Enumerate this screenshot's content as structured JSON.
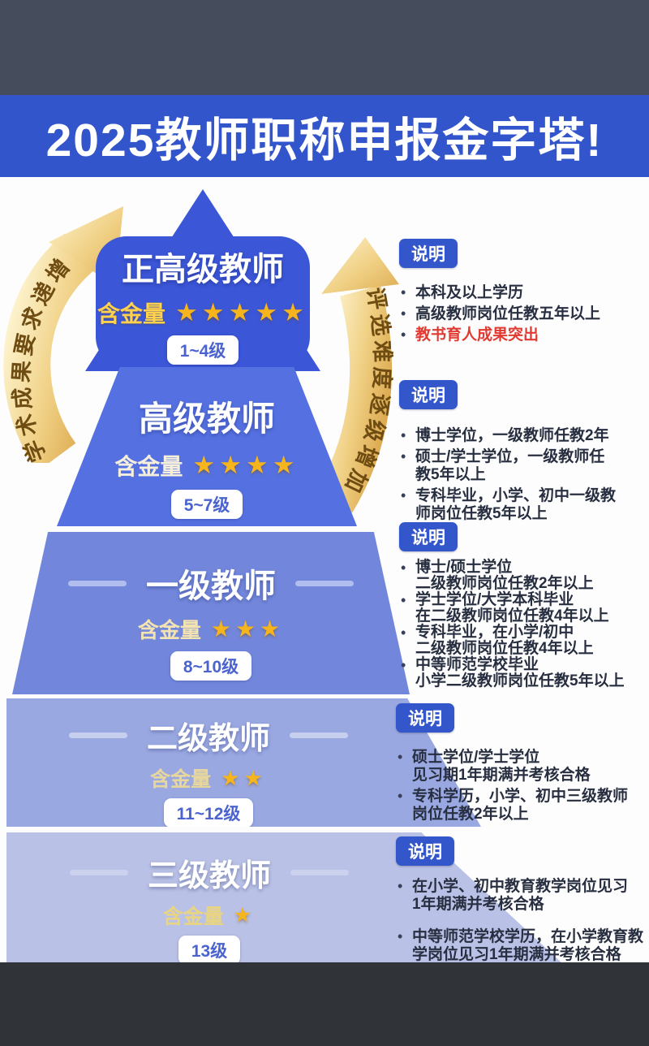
{
  "header": {
    "title": "2025教师职称申报金字塔!"
  },
  "arrows": {
    "left_label": "学术成果要求递增",
    "right_label": "评选难度逐级增加"
  },
  "badge_label": "说明",
  "gold_label": "含金量",
  "tiers": [
    {
      "name": "正高级教师",
      "stars": "★★★★★",
      "star_count": 5,
      "level": "1~4级",
      "color": "#3b56d7",
      "notes": [
        {
          "lines": [
            "本科及以上学历"
          ]
        },
        {
          "lines": [
            "高级教师岗位任教五年以上"
          ]
        },
        {
          "lines": [
            "教书育人成果突出"
          ],
          "highlight": true
        }
      ]
    },
    {
      "name": "高级教师",
      "stars": "★★★★",
      "star_count": 4,
      "level": "5~7级",
      "color": "#5571e1",
      "notes": [
        {
          "lines": [
            "博士学位，一级教师任教2年"
          ]
        },
        {
          "lines": [
            "硕士/学士学位，一级教师任",
            "教5年以上"
          ]
        },
        {
          "lines": [
            "专科毕业，小学、初中一级教",
            "师岗位任教5年以上"
          ]
        }
      ]
    },
    {
      "name": "一级教师",
      "stars": "★★★",
      "star_count": 3,
      "level": "8~10级",
      "color": "#7287dc",
      "notes": [
        {
          "lines": [
            "博士/硕士学位",
            "二级教师岗位任教2年以上"
          ]
        },
        {
          "lines": [
            "学士学位/大学本科毕业",
            "在二级教师岗位任教4年以上"
          ]
        },
        {
          "lines": [
            "专科毕业，在小学/初中",
            "二级教师岗位任教4年以上"
          ]
        },
        {
          "lines": [
            "中等师范学校毕业",
            "小学二级教师岗位任教5年以上"
          ]
        }
      ]
    },
    {
      "name": "二级教师",
      "stars": "★★",
      "star_count": 2,
      "level": "11~12级",
      "color": "#9aa8e2",
      "notes": [
        {
          "lines": [
            "硕士学位/学士学位",
            "见习期1年期满并考核合格"
          ]
        },
        {
          "lines": [
            "专科学历，小学、初中三级教师",
            "岗位任教2年以上"
          ]
        }
      ]
    },
    {
      "name": "三级教师",
      "stars": "★",
      "star_count": 1,
      "level": "13级",
      "color": "#b9c1e6",
      "notes": [
        {
          "lines": [
            "在小学、初中教育教学岗位见习",
            "1年期满并考核合格"
          ]
        },
        {
          "lines": [
            "中等师范学校学历，在小学教育教",
            "学岗位见习1年期满并考核合格"
          ]
        }
      ]
    }
  ],
  "colors": {
    "top_bar": "#454c5c",
    "bottom_bar": "#303338",
    "banner_bg": "#3355cc",
    "banner_text": "#ffffff",
    "badge_bg": "#3356cb",
    "star_gold": "#f7b51d",
    "highlight_red": "#e03a31",
    "arrow_gold": "#eec66a",
    "pill_text": "#4b63ce",
    "note_text": "#272e3f"
  }
}
